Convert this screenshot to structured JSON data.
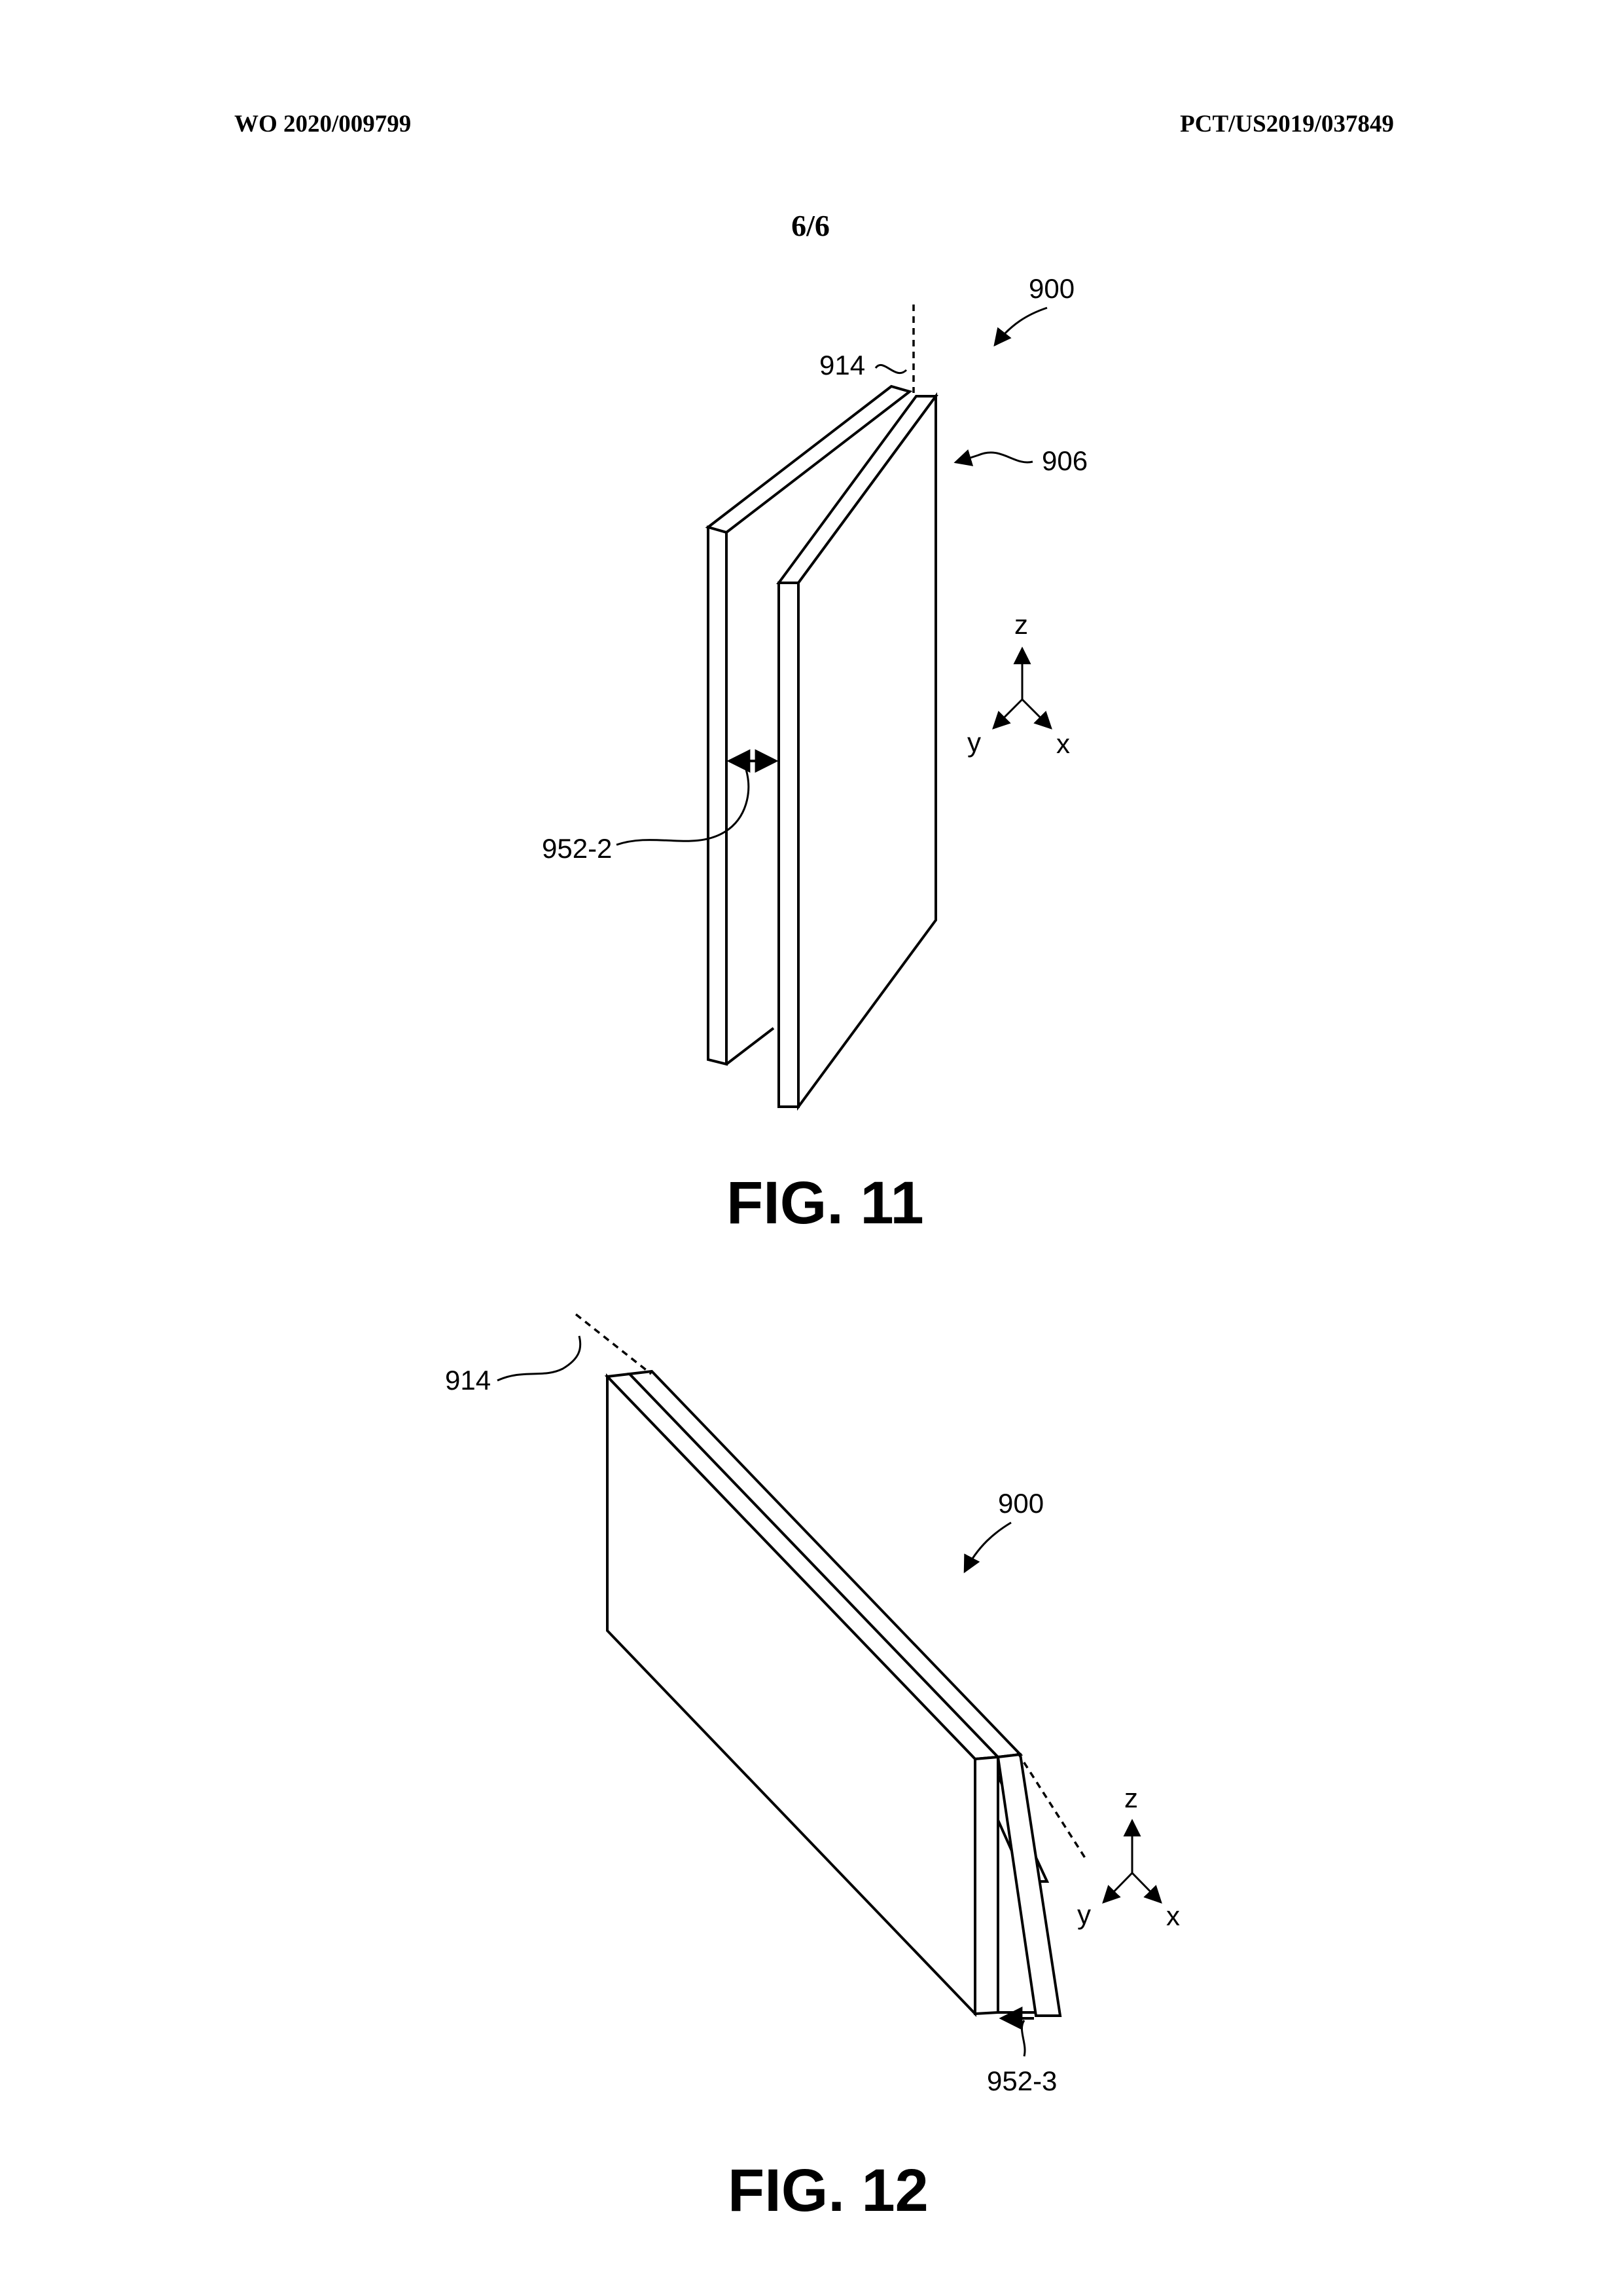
{
  "header": {
    "publication_number": "WO 2020/009799",
    "application_number": "PCT/US2019/037849",
    "sheet": "6/6"
  },
  "fig11": {
    "caption": "FIG. 11",
    "labels": {
      "device": "900",
      "axis": "914",
      "hinge": "906",
      "gap": "952-2"
    },
    "axes": {
      "z": "z",
      "y": "y",
      "x": "x"
    }
  },
  "fig12": {
    "caption": "FIG. 12",
    "labels": {
      "axis": "914",
      "device": "900",
      "gap": "952-3"
    },
    "axes": {
      "z": "z",
      "y": "y",
      "x": "x"
    }
  }
}
